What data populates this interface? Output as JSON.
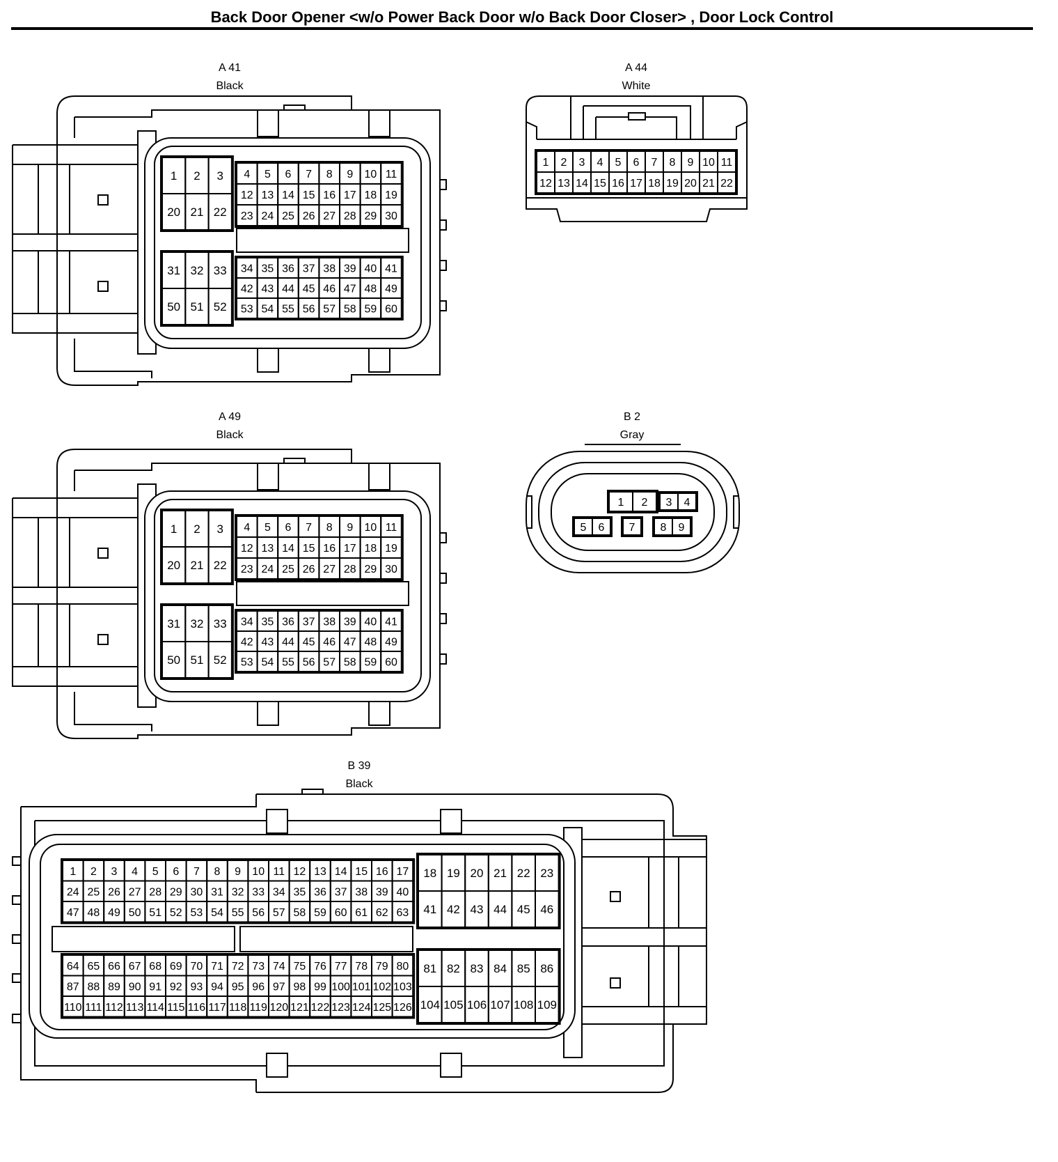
{
  "title": "Back Door Opener <w/o Power Back Door w/o Back Door Closer> , Door Lock Control",
  "connectors": {
    "a41": {
      "id": "A 41",
      "color": "Black"
    },
    "a44": {
      "id": "A 44",
      "color": "White"
    },
    "a49": {
      "id": "A 49",
      "color": "Black"
    },
    "b2": {
      "id": "B 2",
      "color": "Gray"
    },
    "b39": {
      "id": "B 39",
      "color": "Black"
    }
  }
}
